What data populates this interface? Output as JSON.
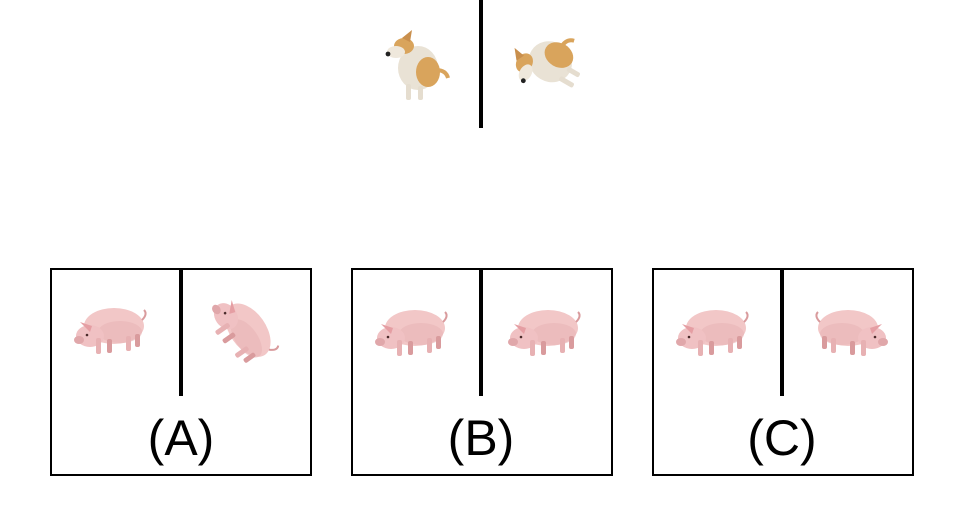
{
  "example": {
    "left_icon": "dog-icon",
    "right_icon": "dog-icon"
  },
  "options": [
    {
      "label": "(A)",
      "left_icon": "pig-icon",
      "right_icon": "pig-icon"
    },
    {
      "label": "(B)",
      "left_icon": "pig-icon",
      "right_icon": "pig-icon"
    },
    {
      "label": "(C)",
      "left_icon": "pig-icon",
      "right_icon": "pig-icon"
    }
  ],
  "colors": {
    "line": "#000000",
    "pig_body": "#f2c7c7",
    "pig_shade": "#d99b9d",
    "dog_body": "#e9e2d5",
    "dog_patch": "#d9a45c"
  }
}
